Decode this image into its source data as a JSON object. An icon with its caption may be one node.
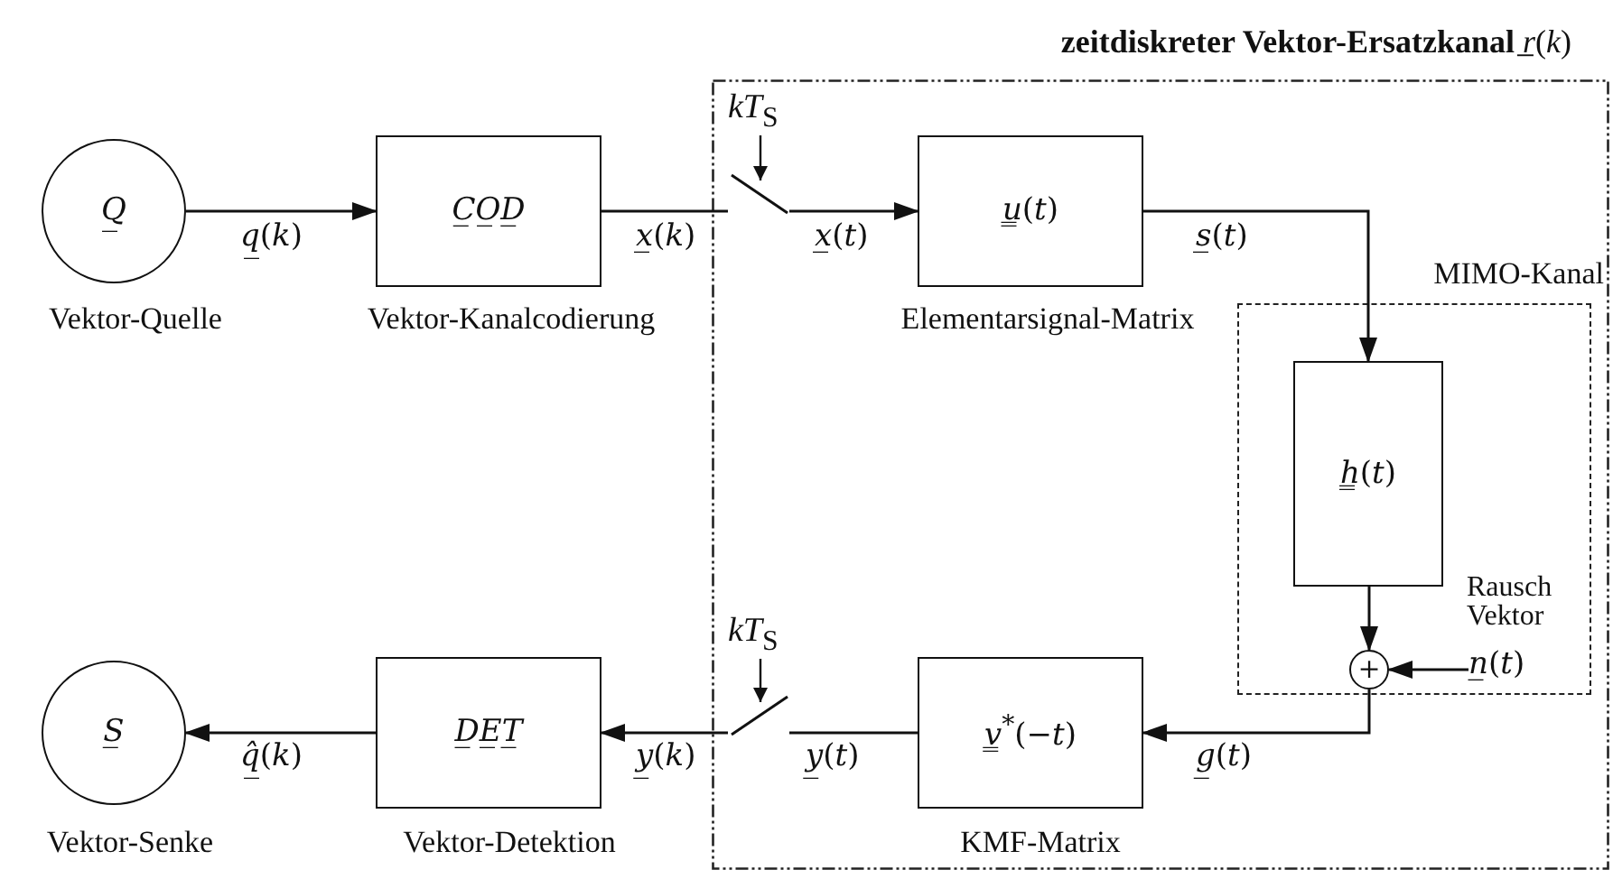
{
  "diagram": {
    "nodes": [
      {
        "text": [
          "**zeitdiskreter Vektor-Ersatzkanal** *r̲*(*k*)"
        ]
      },
      {
        "text": [
          "*Q̲*"
        ],
        "beside": [
          "Vektor-Quelle"
        ]
      },
      {
        "text": [
          "*C̲O̲D̲*"
        ],
        "beside": [
          "Vektor-Kanalcodierung"
        ]
      },
      {
        "text": [],
        "shape": "switch",
        "in": 0
      },
      {
        "text": [
          "*u̳*(*t*)"
        ],
        "beside": [
          "Elementarsignal-Matrix"
        ],
        "in": 0
      },
      {
        "text": [
          "MIMO-Kanal"
        ],
        "in": 0
      },
      {
        "text": [
          "*h̳*(*t*)"
        ],
        "in": 5
      },
      {
        "text": [
          "+"
        ],
        "in": 5
      },
      {
        "text": [
          "*n̲*(*t*)"
        ],
        "beside": [
          "Rausch Vektor"
        ],
        "in": 5
      },
      {
        "text": [
          "*v̳*$^{*}$(−*t*)"
        ],
        "beside": [
          "KMF-Matrix"
        ],
        "in": 0
      },
      {
        "text": [],
        "shape": "switch",
        "in": 0
      },
      {
        "text": [
          "*D̲E̲T̲*"
        ],
        "beside": [
          "Vektor-Detektion"
        ]
      },
      {
        "text": [
          "*S̲*"
        ],
        "beside": [
          "Vektor-Senke"
        ]
      }
    ],
    "edges": [
      {
        "from": 1,
        "to": 2,
        "arrow": "to",
        "label": "*q̲*(*k*)"
      },
      {
        "from": 2,
        "to": 3,
        "arrow": "none",
        "label": "*x̲*(*k*)"
      },
      {
        "from": 3,
        "to": 4,
        "arrow": "to",
        "label": "*x̲*(*t*)"
      },
      {
        "from": 4,
        "to": 6,
        "arrow": "to",
        "label": "*s̲*(*t*)"
      },
      {
        "from": 6,
        "to": 7,
        "arrow": "to"
      },
      {
        "from": 8,
        "to": 7,
        "arrow": "to"
      },
      {
        "from": 7,
        "to": 9,
        "arrow": "to",
        "label": "*g̲*(*t*)"
      },
      {
        "from": 9,
        "to": 10,
        "arrow": "none",
        "label": "*y̲*(*t*)"
      },
      {
        "from": 10,
        "to": 11,
        "arrow": "to",
        "label": "*y̲*(*k*)"
      },
      {
        "from": 11,
        "to": 12,
        "arrow": "to",
        "label": "*q̲̂*(*k*)"
      }
    ],
    "labels": [
      "*kT*$_{S}$",
      "*kT*$_{S}$"
    ]
  }
}
